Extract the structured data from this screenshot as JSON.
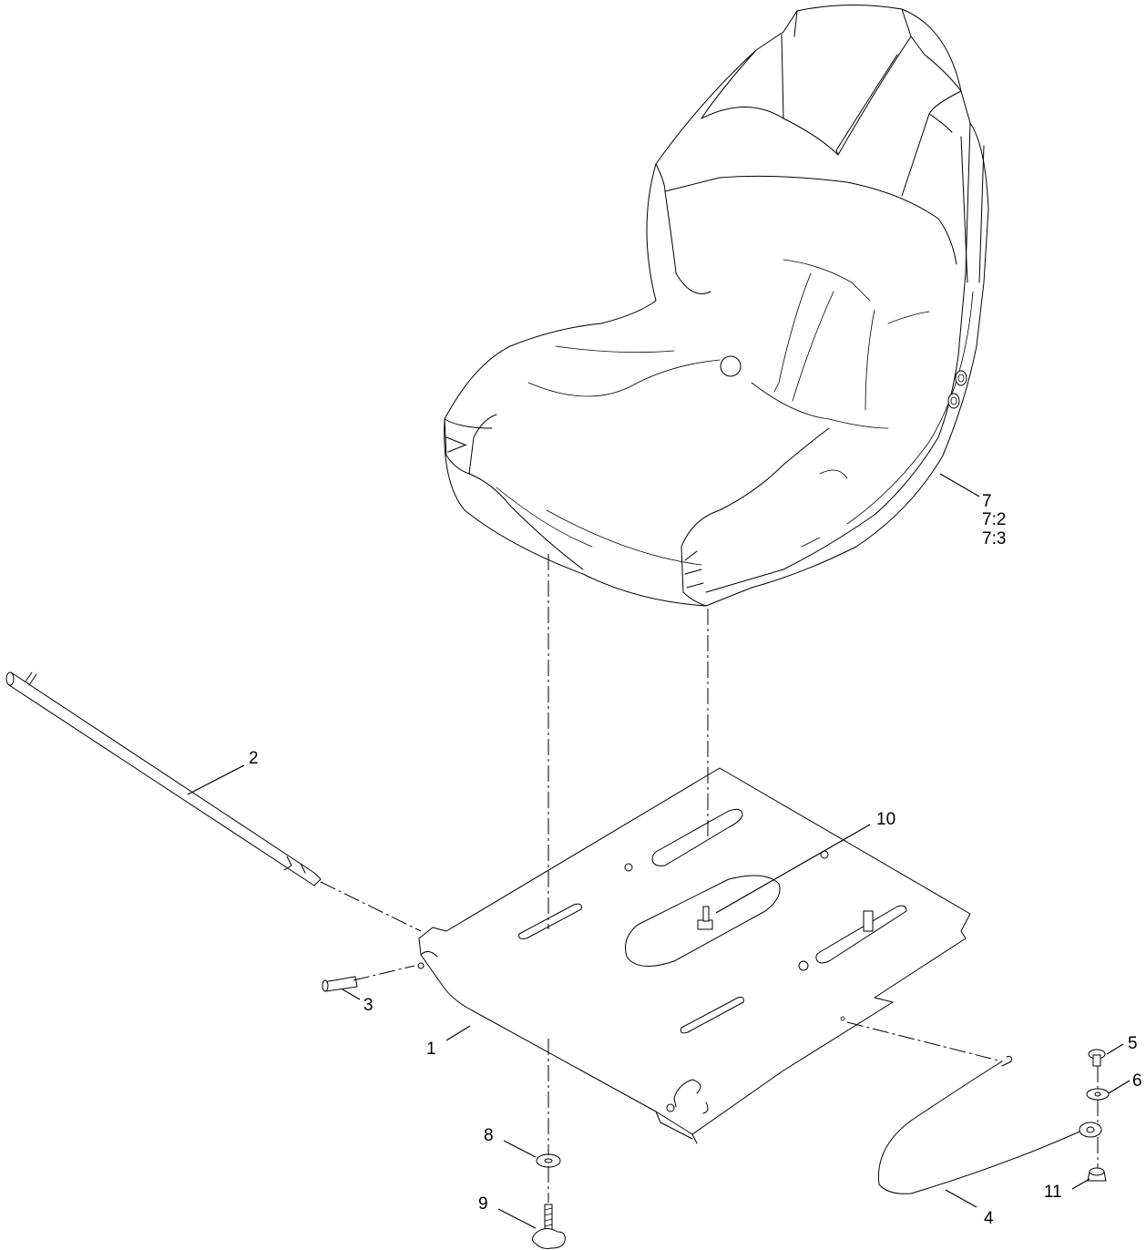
{
  "callouts": {
    "c1": "1",
    "c2": "2",
    "c3": "3",
    "c4": "4",
    "c5": "5",
    "c6": "6",
    "c7": "7",
    "c7_2": "7:2",
    "c7_3": "7:3",
    "c8": "8",
    "c9": "9",
    "c10": "10",
    "c11": "11"
  }
}
